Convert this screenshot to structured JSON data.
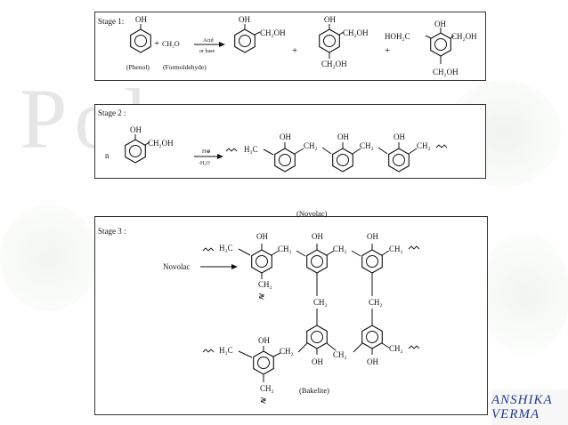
{
  "watermark": "Polymers",
  "author": {
    "line1": "ANSHIKA",
    "line2": "VERMA"
  },
  "stage1": {
    "title": "Stage 1:",
    "oh": "OH",
    "plus": "+",
    "ch2o": "CH₂O",
    "arrow_top": "Acid",
    "arrow_bottom": "or base",
    "ch2oh": "CH₂OH",
    "hoh2c": "HOH₂C",
    "phenol": "(Phenol)",
    "formaldehyde": "(Formoldehyde)"
  },
  "stage2": {
    "title": "Stage 2 :",
    "oh": "OH",
    "ch2oh": "CH₂OH",
    "n": "n",
    "arrow_top": "H⊕",
    "arrow_bottom": "-H₂O",
    "h2c": "H₂C",
    "ch2": "CH₂",
    "novolac": "(Novolac)"
  },
  "stage3": {
    "title": "Stage 3 :",
    "novolac": "Novolac",
    "oh": "OH",
    "h2c": "H₂C",
    "ch2": "CH₂",
    "bakelite": "(Bakelite)"
  }
}
